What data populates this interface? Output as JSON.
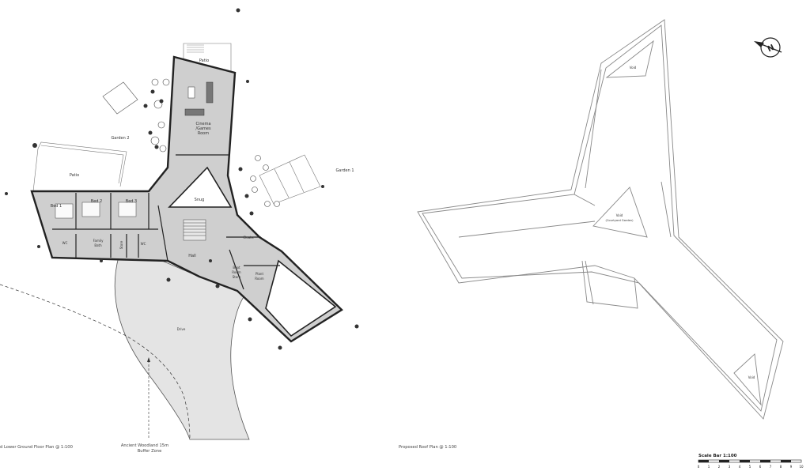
{
  "floor_plan": {
    "caption": "d Lower Ground Floor Plan @ 1:100",
    "rooms": {
      "patio_top": "Patio",
      "garden2": "Garden 2",
      "garden1": "Garden 1",
      "patio_left": "Patio",
      "cinema_l1": "Cinema",
      "cinema_l2": "/Games",
      "cinema_l3": "Room",
      "snug": "Snug",
      "bed1": "Bed 1",
      "bed2": "Bed 2",
      "bed3": "Bed 3",
      "family_l1": "Family",
      "family_l2": "Bath",
      "store": "Store",
      "wc": "WC",
      "wc2": "WC",
      "hall": "Hall",
      "cloaks": "Cloaks",
      "boot_l1": "Boot",
      "boot_l2": "Room",
      "boot_l3": "Store",
      "plant_l1": "Plant",
      "plant_l2": "Room",
      "drive": "Drive"
    },
    "woodland_l1": "Ancient Woodland 15m",
    "woodland_l2": "Buffer Zone"
  },
  "roof_plan": {
    "caption": "Proposed Roof Plan @ 1:100",
    "void_top": "Void",
    "void_mid_l1": "Void",
    "void_mid_l2": "(Courtyard Garden)",
    "void_bottom": "Void",
    "north_letter": "N"
  },
  "scale_bar": {
    "title": "Scale Bar 1:100",
    "ticks": [
      "0",
      "1",
      "2",
      "3",
      "4",
      "5",
      "6",
      "7",
      "8",
      "9",
      "10"
    ]
  }
}
